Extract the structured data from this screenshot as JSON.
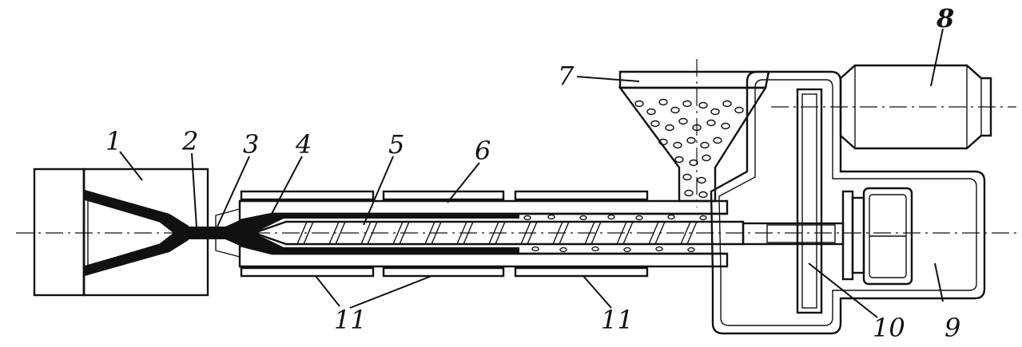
{
  "labels": {
    "l1": "1",
    "l2": "2",
    "l3": "3",
    "l4": "4",
    "l5": "5",
    "l6": "6",
    "l7": "7",
    "l8": "8",
    "l9": "9",
    "l10": "10",
    "l11a": "11",
    "l11b": "11"
  },
  "colors": {
    "ink": "#111111",
    "paper": "#ffffff"
  }
}
